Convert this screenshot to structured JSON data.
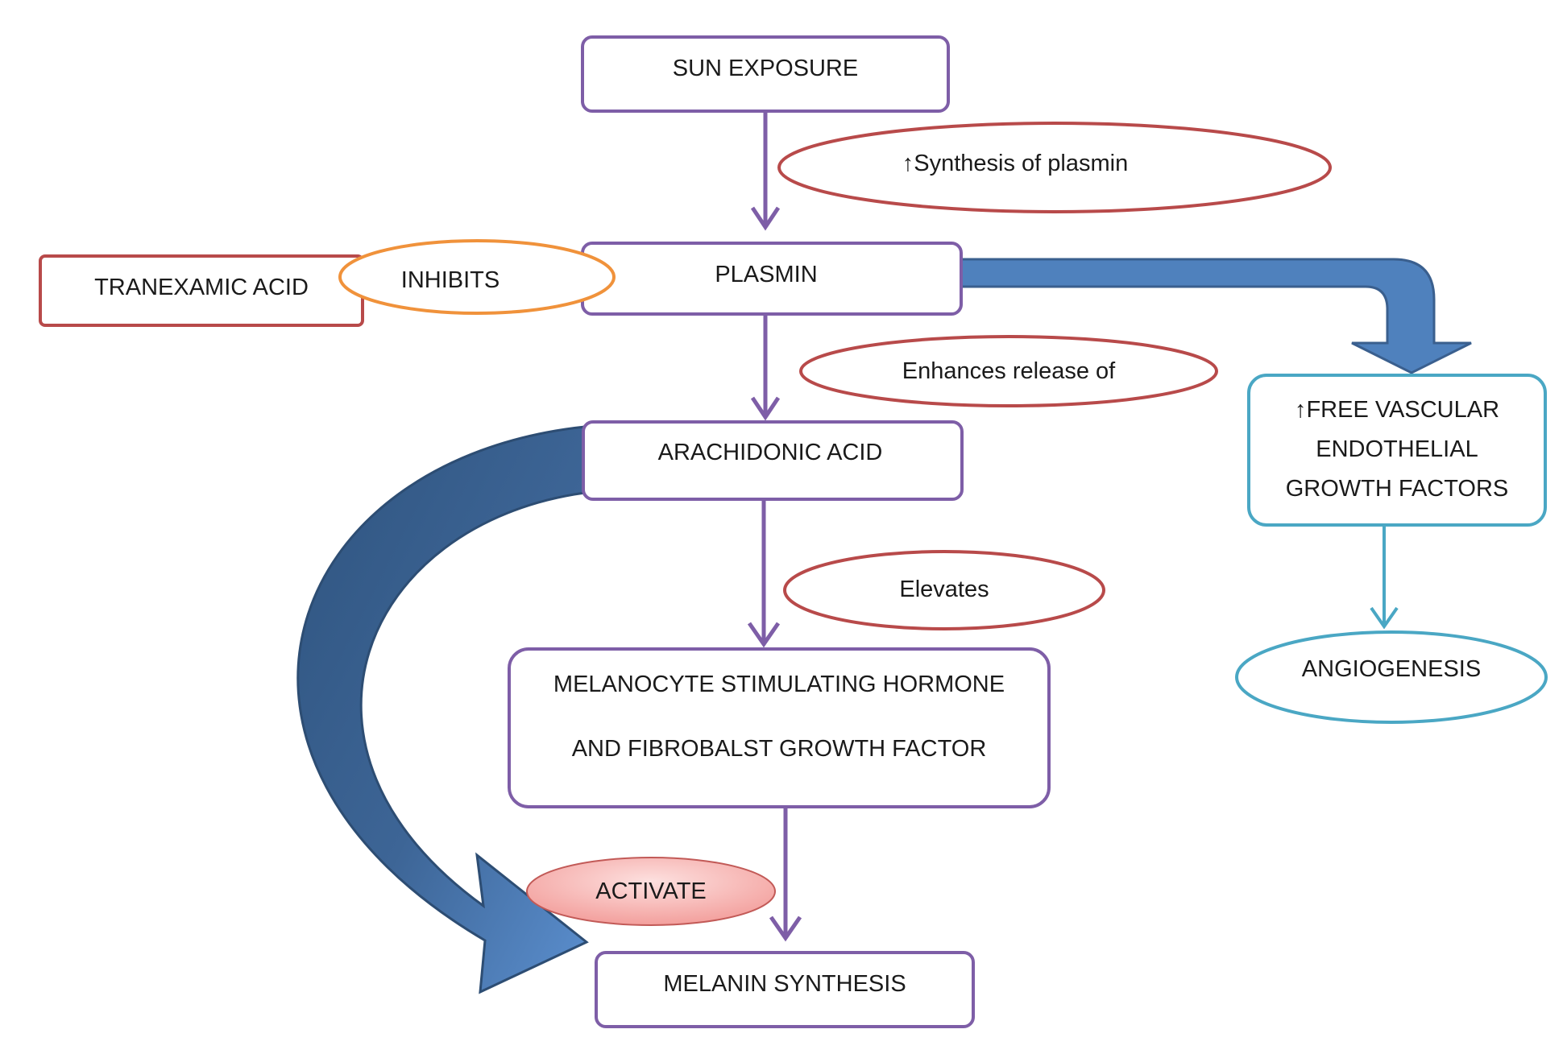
{
  "diagram": {
    "nodes": {
      "sun_exposure": "SUN EXPOSURE",
      "plasmin": "PLASMIN",
      "tranexamic_acid": "TRANEXAMIC ACID",
      "arachidonic_acid": "ARACHIDONIC ACID",
      "msh_line1": "MELANOCYTE STIMULATING HORMONE",
      "msh_line2": "AND FIBROBALST GROWTH FACTOR",
      "melanin_synthesis": "MELANIN SYNTHESIS",
      "vegf_line1": "↑FREE VASCULAR",
      "vegf_line2": "ENDOTHELIAL",
      "vegf_line3": "GROWTH FACTORS",
      "angiogenesis": "ANGIOGENESIS"
    },
    "relations": {
      "synthesis_of_plasmin": "↑Synthesis of plasmin",
      "inhibits": "INHIBITS",
      "enhances_release_of": "Enhances release of",
      "elevates": "Elevates",
      "activate": "ACTIVATE"
    },
    "colors": {
      "purple": "#7e5ea7",
      "red": "#b84a4a",
      "orange": "#f0923b",
      "teal": "#4aa7c4",
      "blue_dark": "#3a5f8e",
      "blue_light": "#4f81bd",
      "activate_fill": "#f6b7b5"
    }
  }
}
